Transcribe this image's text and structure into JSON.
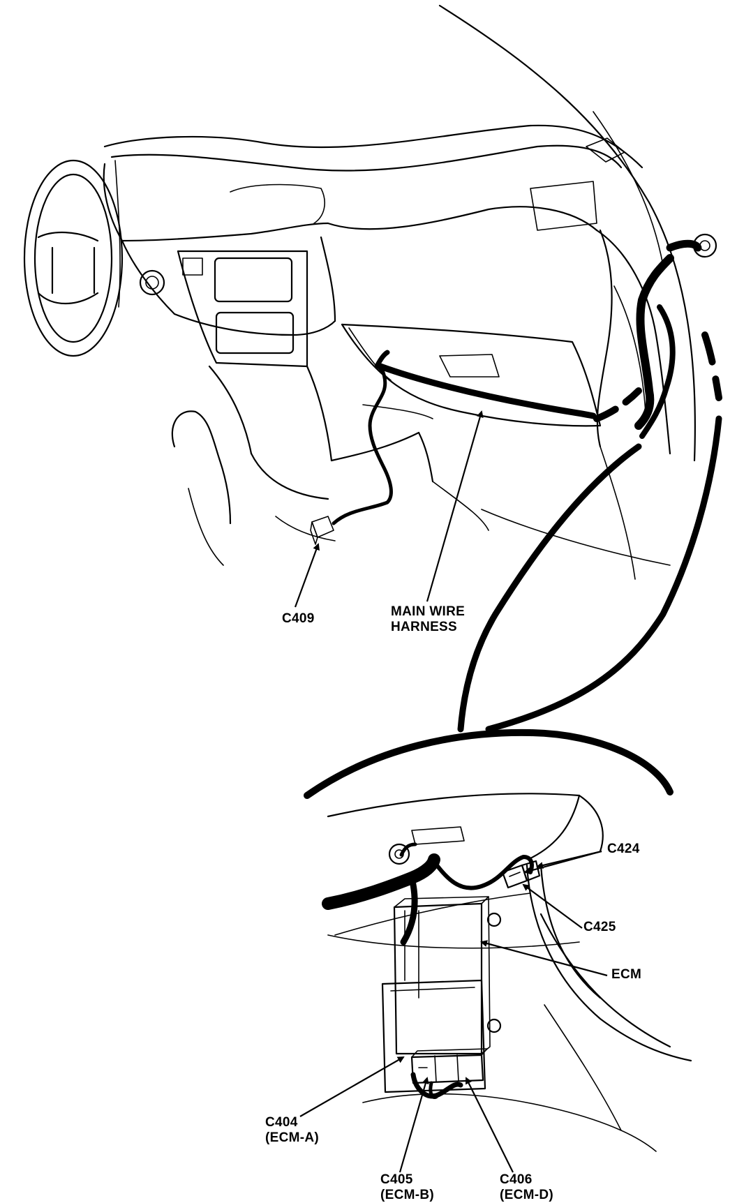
{
  "figure": {
    "labels": {
      "c409": "C409",
      "main_wire_harness_line1": "MAIN WIRE",
      "main_wire_harness_line2": "HARNESS",
      "c424": "C424",
      "c425": "C425",
      "ecm": "ECM",
      "c404": "C404",
      "c404_sub": "(ECM-A)",
      "c405": "C405",
      "c405_sub": "(ECM-B)",
      "c406": "C406",
      "c406_sub": "(ECM-D)"
    }
  }
}
